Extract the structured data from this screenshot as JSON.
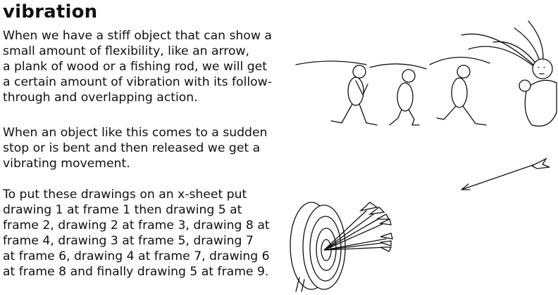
{
  "heading": "vibration",
  "paragraphs": [
    [
      "When we have a stiff object that can show a",
      "small amount of flexibility, like an arrow,",
      "a plank of wood or a fishing rod, we will get",
      "a certain amount of vibration with its follow-",
      "through and overlapping action."
    ],
    [
      "When an object like this comes to a sudden",
      "stop or is bent and then released we get a",
      "vibrating movement."
    ],
    [
      "To put these drawings on an x-sheet put",
      "drawing 1 at frame 1 then drawing 5 at",
      "frame 2, drawing 2 at frame 3, drawing 8 at",
      "frame 4, drawing 3 at frame 5, drawing 7",
      "at frame 6, drawing 4 at frame 7, drawing 6",
      "at frame 8 and finally drawing 5 at frame 9."
    ]
  ]
}
